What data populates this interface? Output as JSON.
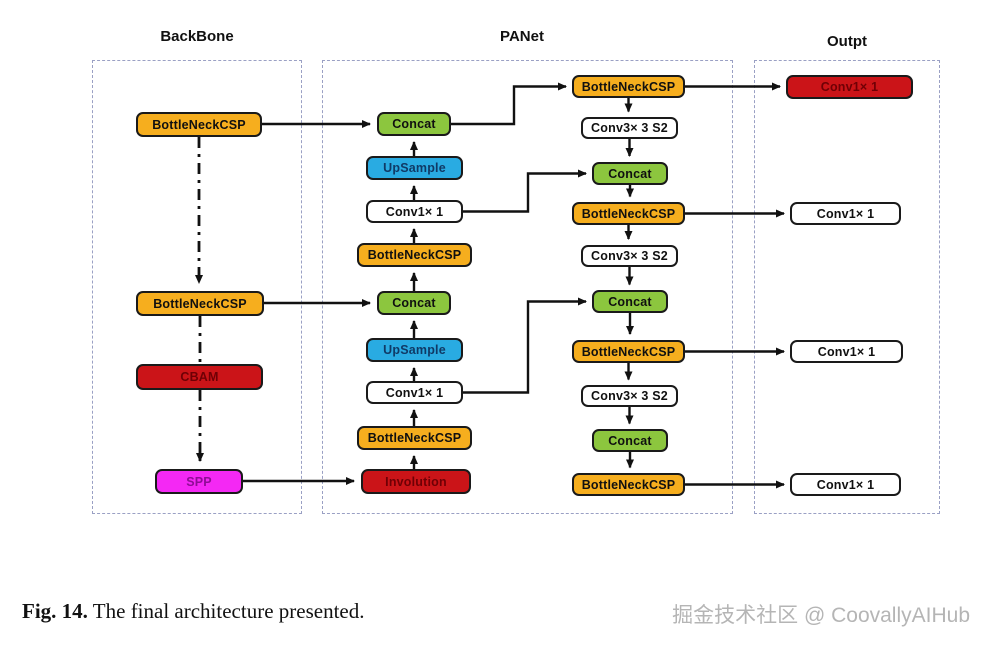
{
  "sections": {
    "backbone": {
      "title": "BackBone"
    },
    "panet": {
      "title": "PANet"
    },
    "outpt": {
      "title": "Outpt"
    }
  },
  "nodes": {
    "bb_bottleneckcsp_1": {
      "label": "BottleNeckCSP"
    },
    "bb_bottleneckcsp_2": {
      "label": "BottleNeckCSP"
    },
    "bb_cbam": {
      "label": "CBAM"
    },
    "bb_spp": {
      "label": "SPP"
    },
    "pa_concat_1": {
      "label": "Concat"
    },
    "pa_upsample_1": {
      "label": "UpSample"
    },
    "pa_conv1x1_1": {
      "label": "Conv1× 1"
    },
    "pa_bottleneckcsp_1": {
      "label": "BottleNeckCSP"
    },
    "pa_concat_2": {
      "label": "Concat"
    },
    "pa_upsample_2": {
      "label": "UpSample"
    },
    "pa_conv1x1_2": {
      "label": "Conv1× 1"
    },
    "pa_bottleneckcsp_2": {
      "label": "BottleNeckCSP"
    },
    "pa_involution": {
      "label": "Involution"
    },
    "pa_bottleneckcsp_3": {
      "label": "BottleNeckCSP"
    },
    "pa_conv3x3_1": {
      "label": "Conv3× 3 S2"
    },
    "pa_concat_3": {
      "label": "Concat"
    },
    "pa_bottleneckcsp_4": {
      "label": "BottleNeckCSP"
    },
    "pa_conv3x3_2": {
      "label": "Conv3× 3 S2"
    },
    "pa_concat_4": {
      "label": "Concat"
    },
    "pa_bottleneckcsp_5": {
      "label": "BottleNeckCSP"
    },
    "pa_conv3x3_3": {
      "label": "Conv3× 3 S2"
    },
    "pa_concat_5": {
      "label": "Concat"
    },
    "pa_bottleneckcsp_6": {
      "label": "BottleNeckCSP"
    },
    "out_conv1x1_1": {
      "label": "Conv1× 1"
    },
    "out_conv1x1_2": {
      "label": "Conv1× 1"
    },
    "out_conv1x1_3": {
      "label": "Conv1× 1"
    },
    "out_conv1x1_4": {
      "label": "Conv1× 1"
    }
  },
  "caption": {
    "prefix": "Fig. 14.",
    "text": " The final architecture presented."
  },
  "watermark": "掘金技术社区 @ CoovallyAIHub",
  "colors": {
    "orange": "#F6AE1E",
    "green": "#8CC63E",
    "blue": "#29ABE2",
    "blue_text": "#103a66",
    "red": "#CB1418",
    "red_text": "#6f0005",
    "magenta": "#F428F4",
    "magenta_text": "#8f0c96",
    "line": "#111111",
    "border_dash": "#9aa0c4",
    "node_border": "#1a1a1a",
    "watermark": "#b5b5b5"
  }
}
